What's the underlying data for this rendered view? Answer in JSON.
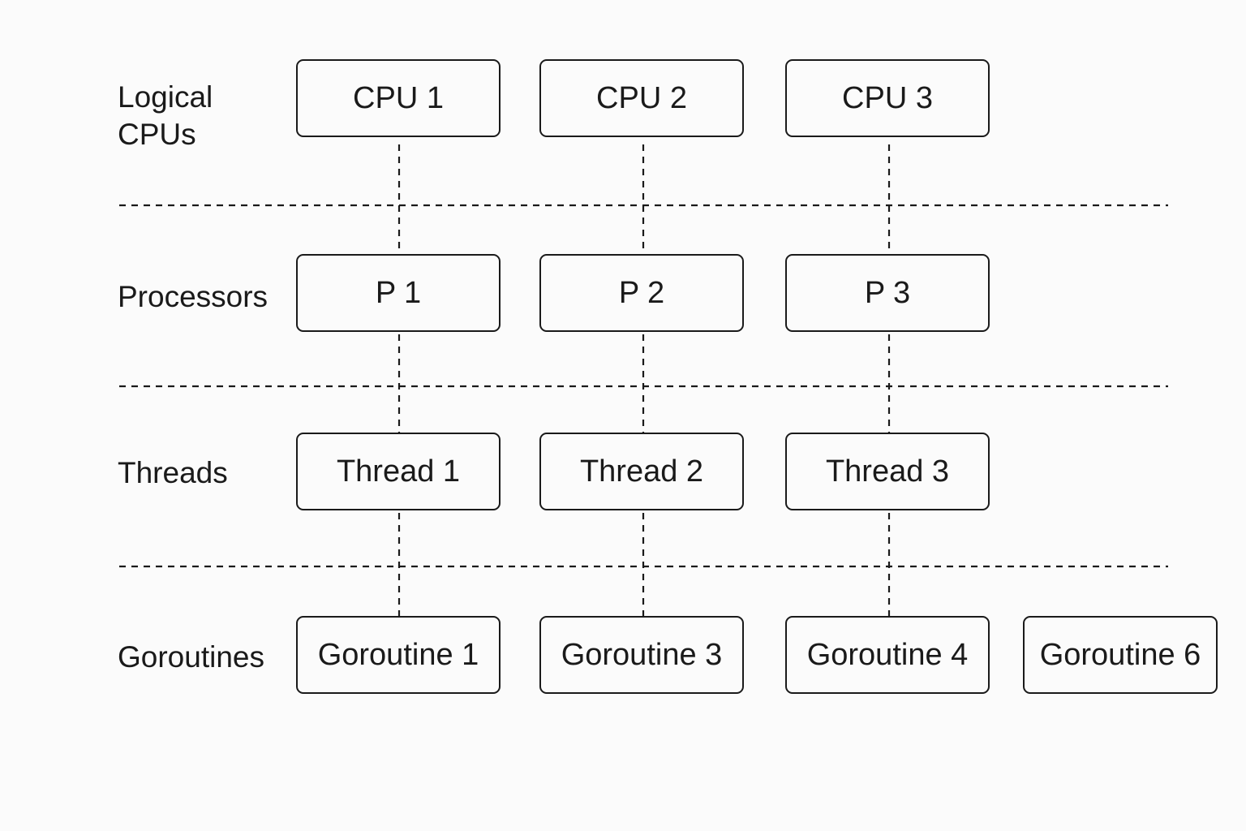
{
  "rows": {
    "cpus": {
      "label": "Logical CPUs",
      "items": [
        "CPU 1",
        "CPU 2",
        "CPU 3"
      ]
    },
    "processors": {
      "label": "Processors",
      "items": [
        "P 1",
        "P 2",
        "P 3"
      ]
    },
    "threads": {
      "label": "Threads",
      "items": [
        "Thread 1",
        "Thread 2",
        "Thread 3"
      ]
    },
    "goroutines": {
      "label": "Goroutines",
      "items": [
        "Goroutine 1",
        "Goroutine 3",
        "Goroutine 4",
        "Goroutine 6"
      ]
    }
  },
  "colors": {
    "ink": "#1a1a1a",
    "background": "#fbfbfb"
  }
}
